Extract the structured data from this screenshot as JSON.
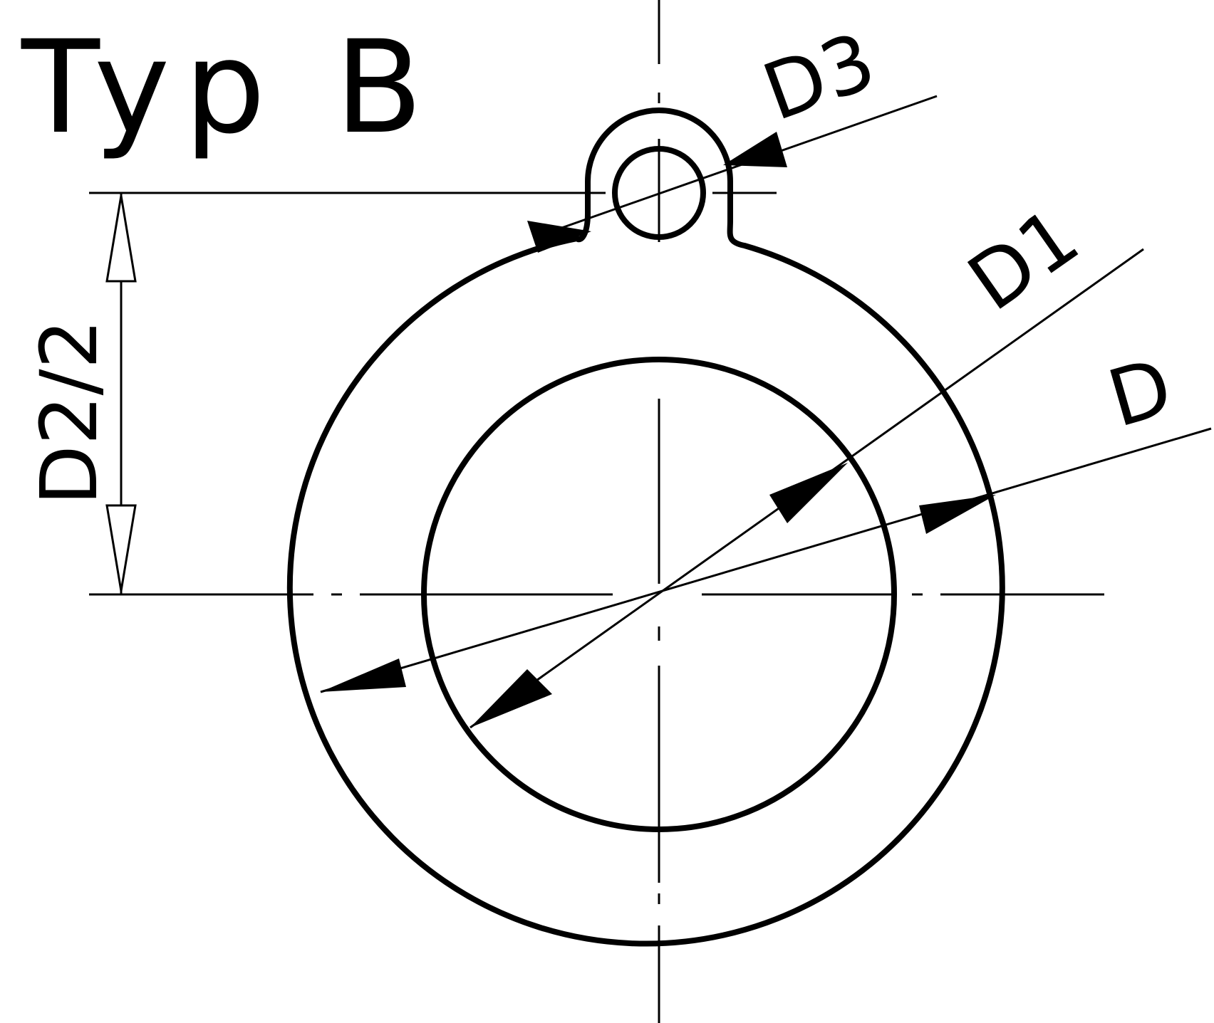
{
  "title": "Typ B",
  "labels": {
    "d3": "D3",
    "d1": "D1",
    "d": "D",
    "d2_half": "D2/2"
  },
  "colors": {
    "line": "#000000",
    "background": "#ffffff"
  }
}
